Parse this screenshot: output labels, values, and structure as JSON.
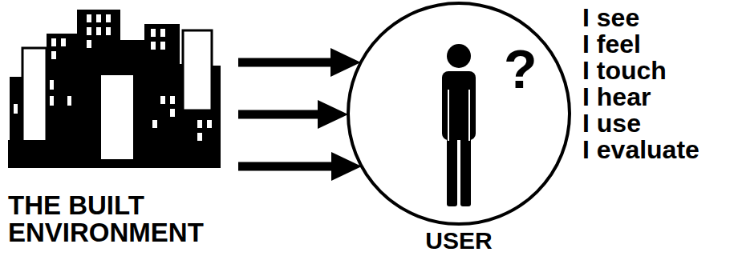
{
  "diagram": {
    "nodes": [
      {
        "text": [
          "THE BUILT ENVIRONMENT"
        ]
      },
      {
        "text": [
          "?",
          "USER"
        ]
      }
    ],
    "edges": [
      {
        "from": 0,
        "to": 1,
        "arrow": "to"
      },
      {
        "from": 0,
        "to": 1,
        "arrow": "to"
      },
      {
        "from": 0,
        "to": 1,
        "arrow": "to"
      }
    ],
    "labels": [
      "I see",
      "I feel",
      "I touch",
      "I hear",
      "I use",
      "I evaluate"
    ]
  }
}
